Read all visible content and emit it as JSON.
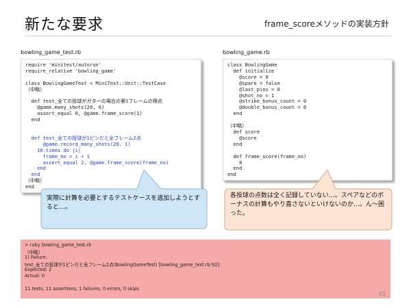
{
  "slide": {
    "title": "新たな要求",
    "subtitle": "frame_scoreメソッドの実装方針",
    "page_number": "65"
  },
  "left_panel": {
    "filename": "bowling_game_test.rb",
    "lines": [
      "require 'minitest/autorun'",
      "require_relative 'bowling_game'",
      "",
      "class BowlingGameTest < MiniTest::Unit::TestCase",
      "（中略）",
      "",
      "  def test_全ての投球がガターの場合の第1フレームの得点",
      "    @game.many_shots(20, 0)",
      "    assert_equal 0, @game.frame_score(1)",
      "  end",
      "",
      "",
      "  def test_全ての投球が1ピンだと全フレーム2点",
      "      @game.record_many_shots(20, 1)",
      "    10.times do |i|",
      "      frame_no = i + 1",
      "      assert_equal 2, @game.frame_score(frame_no)",
      "    end",
      "  end",
      "（中略）",
      "end"
    ],
    "callout": "実際に計算を必要とするテストケースを追加しようとすると…。"
  },
  "right_panel": {
    "filename": "bowling_game.rb",
    "lines": [
      "class BowlingGame",
      "  def initialize",
      "    @score = 0",
      "    @spare = false",
      "    @last_pins = 0",
      "    @shot_no = 1",
      "    @strike_bonus_count = 0",
      "    @double_bonus_count = 0",
      "  end",
      "",
      "（中略）",
      "  def score",
      "    @score",
      "  end",
      "",
      "  def frame_score(frame_no)",
      "    0",
      "  end",
      "end"
    ],
    "callout": "各投球の点数は全く記録していない…。スペアなどのボーナスの計算もやり直さないといけないのか…。ん～困った。"
  },
  "terminal": {
    "lines": [
      "> ruby bowling_game_test.rb",
      "（中略）",
      "  1) Failure:",
      "test_全ての投球が1ピンだと全フレーム2点(BowlingGameTest) [bowling_game_test.rb:92]:",
      "Expected: 2",
      "  Actual: 0",
      "",
      "11 tests, 11 assertions, 1 failures, 0 errors, 0 skips"
    ]
  },
  "colors": {
    "left_callout_fill": "#cfe6f7",
    "left_callout_stroke": "#8bb6da",
    "right_callout_fill": "#fbe4d4",
    "right_callout_stroke": "#d9a98a",
    "terminal_bg": "#f6a9a9",
    "code_highlight": "#2340c8"
  }
}
